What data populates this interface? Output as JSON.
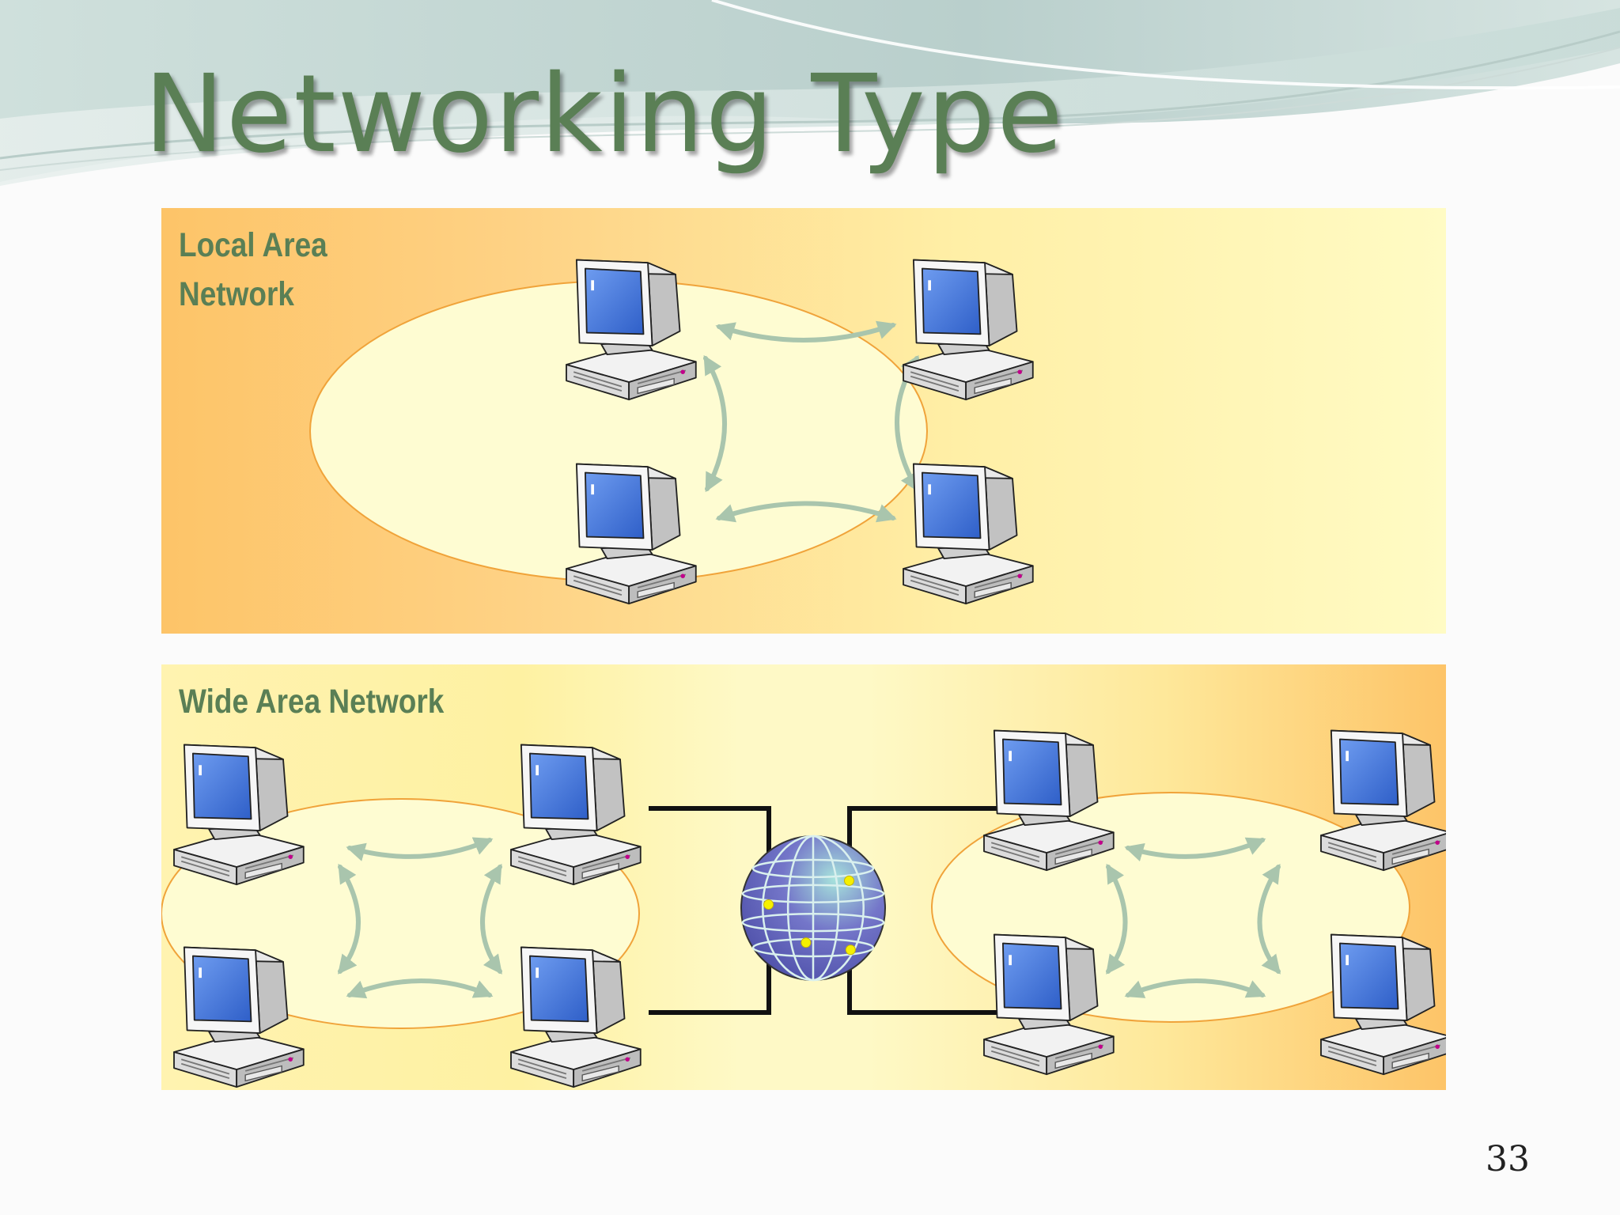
{
  "slide": {
    "title": "Networking Type",
    "page_number": "33"
  },
  "lan": {
    "label": "Local Area\nNetwork",
    "computer_count": 4
  },
  "wan": {
    "label": "Wide Area Network",
    "computer_count": 8,
    "hub_icon": "globe-icon"
  },
  "colors": {
    "title_green": "#5a7f55",
    "label_green": "#5a7f55",
    "panel_orange": "#fdc468",
    "panel_yellow": "#fffbc4",
    "ellipse_fill": "#fefcd2",
    "ellipse_stroke": "#f0a33a",
    "arrow_color": "#a9c5ad",
    "screen_blue": "#4a7ce0",
    "globe_purple": "#7476c9"
  }
}
